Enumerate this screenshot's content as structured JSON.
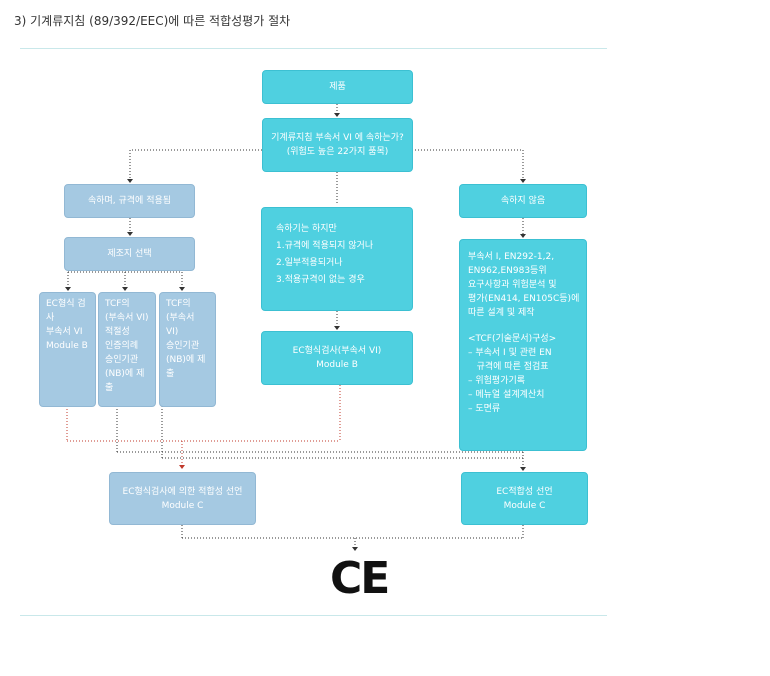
{
  "heading": "3) 기계류지침 (89/392/EEC)에 따른 적합성평가 절차",
  "product": "제품",
  "question": [
    "기계류지침 부속서 VI 에 속하는가?",
    "(위험도 높은 22가지 품목)"
  ],
  "applies": "속하며, 규격에 적용됨",
  "not_applies": "속하지 않음",
  "choose": "제조지 선택",
  "option_b": [
    "EC형식 검사",
    "부속서 VI",
    "Module B"
  ],
  "option_tcf1": [
    "TCF의",
    "(부속서 VI)",
    "적절성",
    "인증의례",
    "승인기관",
    "(NB)에 제출"
  ],
  "option_tcf2": [
    "TCF의",
    "(부속서 VI)",
    "승인기관",
    "(NB)에 제출"
  ],
  "middle_cond": [
    "속하기는 하지만",
    "1.규격에 적용되지 않거나",
    "2.일부적용되거나",
    "3.적용규격이 없는 경우"
  ],
  "middle_exam": [
    "EC형식검사(부속서 VI)",
    "Module B"
  ],
  "right_req": [
    "부속서 I, EN292-1,2,",
    "EN962,EN983등위",
    "요구사항과 위험분석 및",
    "평가(EN414, EN105C등)에",
    "따른 설계 및 제작",
    "",
    "<TCF(기술문서)구성>",
    "– 부속서 I 및 관련 EN",
    "   규격에 따른 점검표",
    "– 위험평가기록",
    "– 메뉴얼 설계계산치",
    "– 도면류"
  ],
  "declare_left": [
    "EC형식검사에 의한 적합성 선언",
    "Module C"
  ],
  "declare_right": [
    "EC적합성 선언",
    "Module C"
  ],
  "mark": "CE",
  "colors": {
    "cyan": "#4fd0e0",
    "blue": "#a5c9e2",
    "line": "#333333",
    "red": "#c0392b"
  }
}
